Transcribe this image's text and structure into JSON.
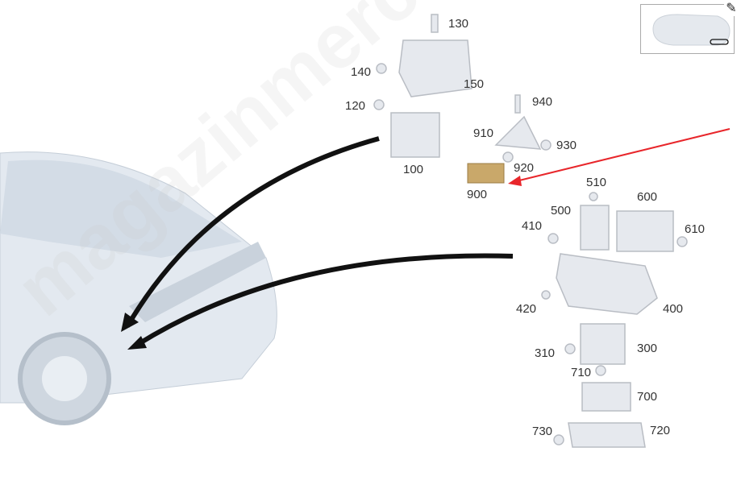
{
  "watermark": "magazinmercedes.ru",
  "labels": [
    {
      "id": "130",
      "text": "130"
    },
    {
      "id": "140",
      "text": "140"
    },
    {
      "id": "150",
      "text": "150"
    },
    {
      "id": "120",
      "text": "120"
    },
    {
      "id": "100",
      "text": "100"
    },
    {
      "id": "940",
      "text": "940"
    },
    {
      "id": "910",
      "text": "910"
    },
    {
      "id": "930",
      "text": "930"
    },
    {
      "id": "920",
      "text": "920"
    },
    {
      "id": "900",
      "text": "900"
    },
    {
      "id": "510",
      "text": "510"
    },
    {
      "id": "600",
      "text": "600"
    },
    {
      "id": "500",
      "text": "500"
    },
    {
      "id": "410",
      "text": "410"
    },
    {
      "id": "610",
      "text": "610"
    },
    {
      "id": "420",
      "text": "420"
    },
    {
      "id": "400",
      "text": "400"
    },
    {
      "id": "310",
      "text": "310"
    },
    {
      "id": "300",
      "text": "300"
    },
    {
      "id": "710",
      "text": "710"
    },
    {
      "id": "700",
      "text": "700"
    },
    {
      "id": "730",
      "text": "730"
    },
    {
      "id": "720",
      "text": "720"
    }
  ],
  "colors": {
    "highlight_arrow": "#e8262b",
    "part_gray": "#b9bdc4",
    "highlight_part": "#c9a86a",
    "car": "#dfe6ee"
  }
}
